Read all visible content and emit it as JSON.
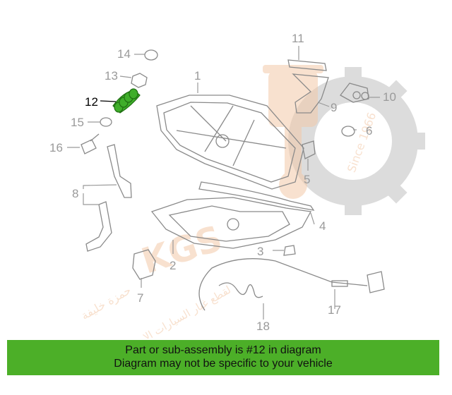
{
  "diagram": {
    "callouts": [
      "1",
      "2",
      "3",
      "4",
      "5",
      "6",
      "7",
      "8",
      "9",
      "10",
      "11",
      "12",
      "13",
      "14",
      "15",
      "16",
      "17",
      "18"
    ],
    "highlighted_callout": "12",
    "watermark_brand": "KGS",
    "watermark_text": "Since 1966",
    "watermark_arabic_line1": "حمزة خليفة",
    "watermark_arabic_line2": "لقطع غيار السيارات الامريكية",
    "colors": {
      "line": "#9a9a9a",
      "highlight": "#3fae2a",
      "watermark": "#f3c9a8",
      "gear": "#d7d7d7"
    }
  },
  "banner": {
    "line1": "Part or sub-assembly is #12 in diagram",
    "line2": "Diagram may not be specific to your vehicle",
    "color": "#4caf28"
  }
}
